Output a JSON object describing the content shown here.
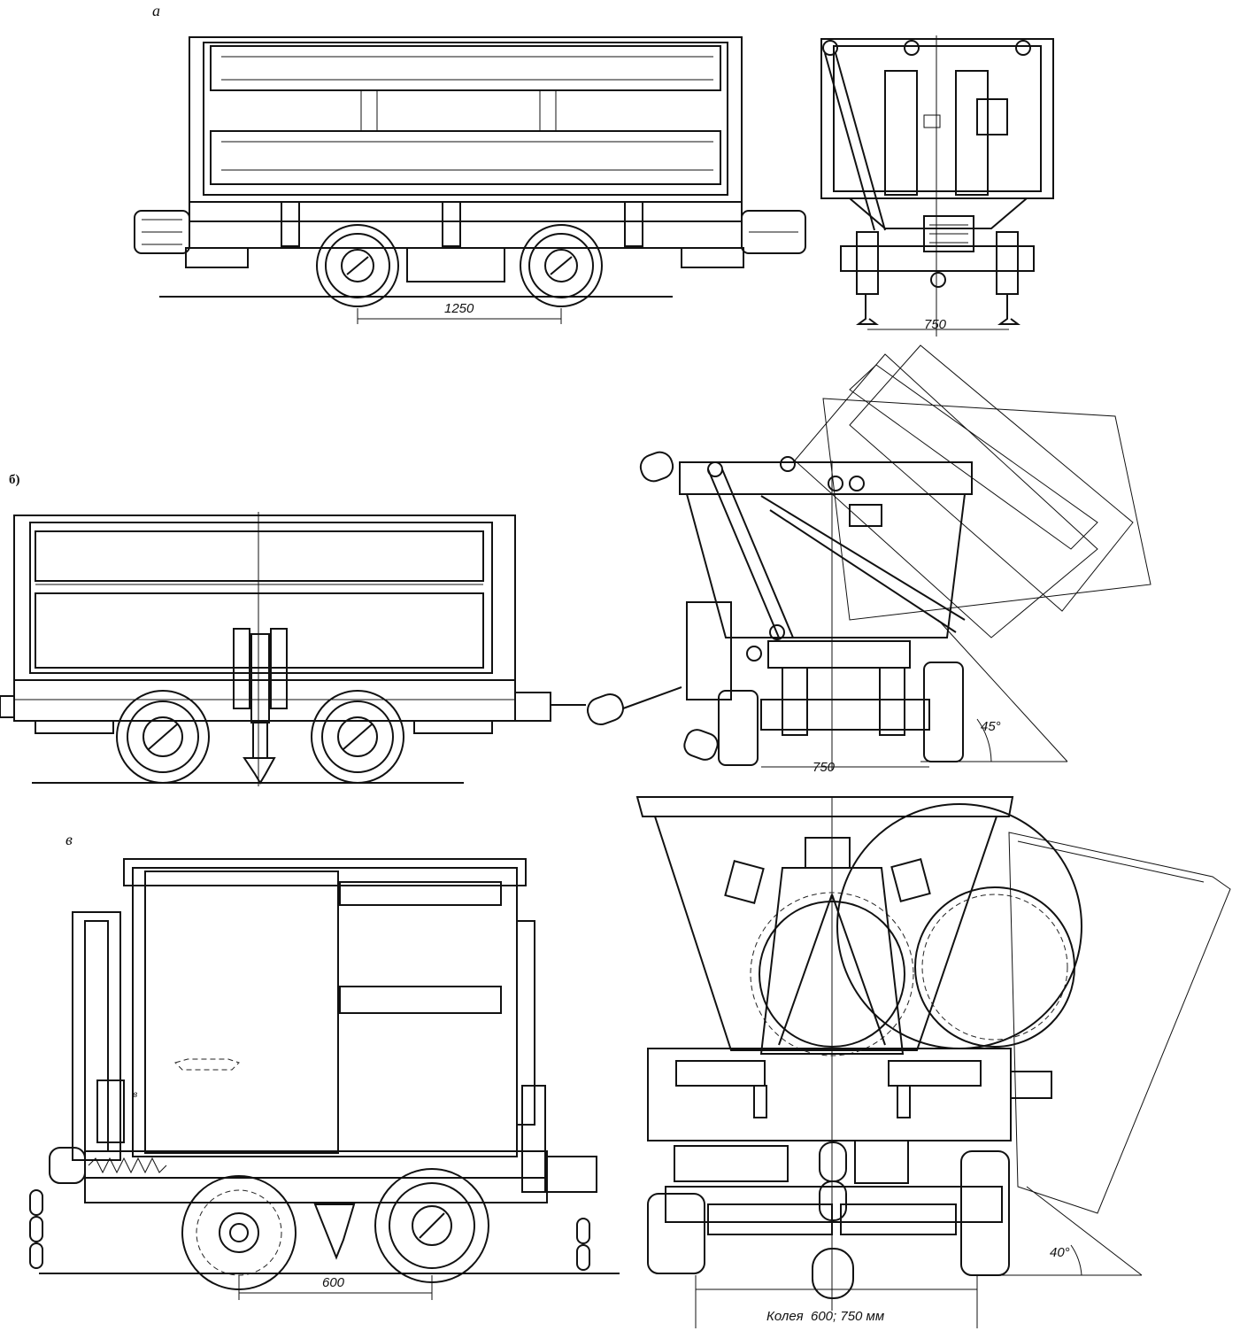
{
  "labels": {
    "view_a": "а",
    "view_b": "б)",
    "view_v": "в",
    "small_v": "в"
  },
  "dimensions": {
    "a_wheelbase": "1250",
    "a_gauge": "750",
    "b_gauge": "750",
    "b_angle": "45°",
    "v_wheelbase": "600",
    "v_angle": "40°",
    "v_gauge_caption": "Колея  600; 750 мм"
  }
}
